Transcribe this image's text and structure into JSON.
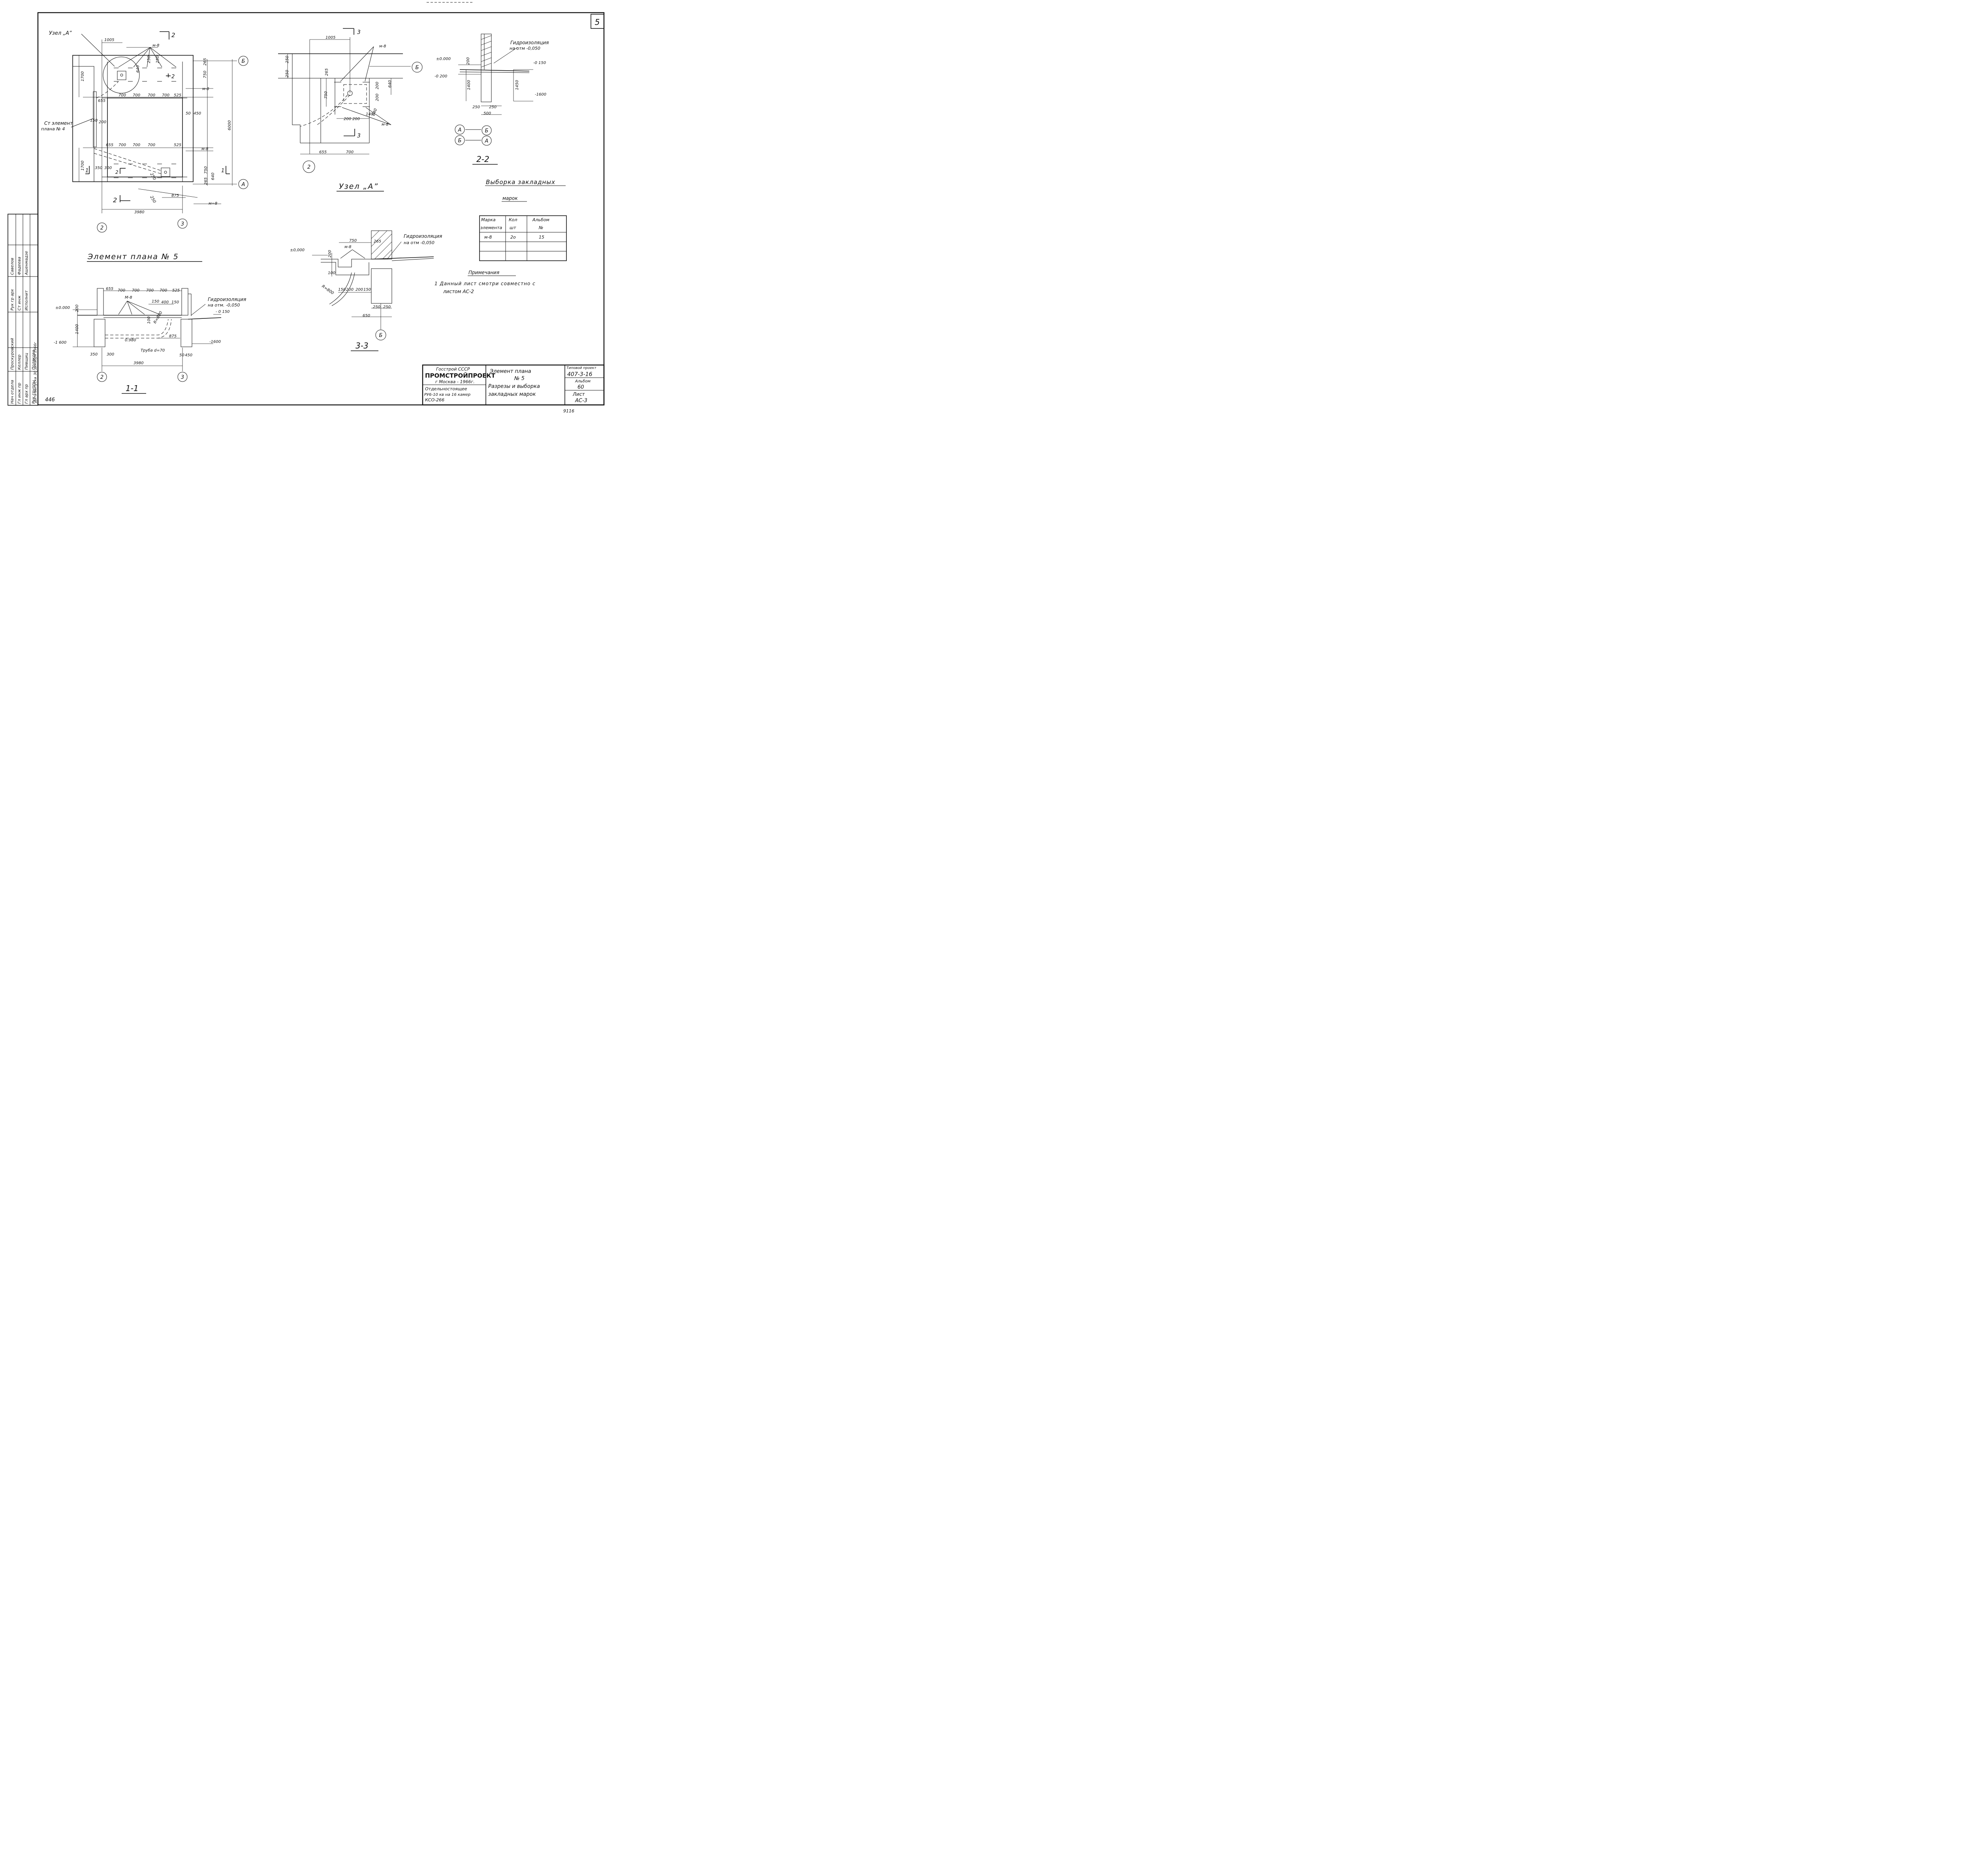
{
  "sheet": {
    "page_number": "5",
    "handwritten_number": "446",
    "corner_stamp": "9116"
  },
  "plan_view": {
    "node_callout": "Узел „А”",
    "section_mark_top": "2",
    "section_mark_2_inner": "2",
    "section_mark_left": "1",
    "section_mark_right": "1",
    "section_mark_bottom": "2",
    "section_mark_bottom_inner": "2",
    "axis_b": "Б",
    "axis_a": "А",
    "axis_2": "2",
    "axis_3": "3",
    "element_label_1": "Ст элемент",
    "element_label_2": "плана № 4",
    "title": "Элемент   плана   № 5",
    "dims": {
      "d1005": "1005",
      "m8_top": "м-8",
      "d250a": "250",
      "d250b": "250",
      "d640": "640",
      "d265": "265",
      "d750": "750",
      "d1700_top": "1700",
      "m8_mid": "м-8",
      "d655_top": "655",
      "d700_1": "700",
      "d700_2": "700",
      "d700_3": "700",
      "d525_top": "525",
      "d150": "150",
      "d200": "200",
      "d50": "50",
      "d450": "450",
      "d6000": "6000",
      "d655_bot": "655",
      "d700_4": "700",
      "d700_5": "700",
      "d700_6": "700",
      "d700_7": "700",
      "d525_bot": "525",
      "m8_bot": "м-8",
      "d1700_bot": "1700",
      "d350": "350",
      "d300": "300",
      "d250c": "250",
      "d750b": "750",
      "d265b": "265",
      "d640b": "640",
      "d250d": "250",
      "d875": "875",
      "m8_eq": "м=8",
      "d3980": "3980"
    }
  },
  "node_a": {
    "section_mark_top": "3",
    "section_mark_bottom": "3",
    "d1005": "1005",
    "m8_top": "м-8",
    "d250a": "250",
    "d250b": "250",
    "d265": "265",
    "d640": "640",
    "d750": "750",
    "d200a": "200",
    "d200b": "200",
    "d200c": "200",
    "d200d": "200",
    "d140": "140",
    "d640b": "640",
    "m8_bot": "м-8",
    "d655": "655",
    "d700": "700",
    "axis_b": "Б",
    "axis_2": "2",
    "title": "Узел „А”"
  },
  "section_2_2": {
    "waterproofing_1": "Гидроизоляция",
    "waterproofing_2": "на отм -0,050",
    "elev_000": "±0.000",
    "elev_m0150": "-0 150",
    "elev_m0200": "-0 200",
    "elev_m1600": "-1600",
    "d200": "200",
    "d1400": "1400",
    "d1450": "1450",
    "d250a": "250",
    "d250b": "250",
    "d500": "500",
    "axis_a1": "А",
    "axis_b1": "Б",
    "axis_b2": "Б",
    "axis_a2": "А",
    "title": "2-2"
  },
  "section_3_3": {
    "d750": "750",
    "m8": "м-8",
    "d265": "265",
    "waterproofing_1": "Гидроизоляция",
    "waterproofing_2": "на отм -0,050",
    "elev_000": "±0,000",
    "d200": "200",
    "d100": "100",
    "r800": "R=800",
    "d150a": "150",
    "d200a": "200",
    "d200b": "200",
    "d150b": "150",
    "d250a": "250",
    "d250b": "250",
    "d650": "650",
    "axis_b": "Б",
    "title": "3-3"
  },
  "section_1_1": {
    "d655": "655",
    "d700a": "700",
    "d700b": "700",
    "d700c": "700",
    "d700d": "700",
    "d525": "525",
    "m8": "М-8",
    "d150a": "150",
    "d400": "400",
    "d150b": "150",
    "waterproofing_1": "Гидроизоляция",
    "waterproofing_2": "на отм. -0,050",
    "elev_000": "±0.000",
    "elev_m0150": "- 0 150",
    "d200": "200",
    "d1400": "1400",
    "elev_m1600_l": "-1 600",
    "elev_m1600_r": "-1600",
    "d100": "100",
    "r800": "R=800",
    "d980": "0.980",
    "d875": "875",
    "pipe": "Труба d=70",
    "d350": "350",
    "d300": "300",
    "d50": "50",
    "d450": "450",
    "d3980": "3980",
    "axis_2": "2",
    "axis_3": "3",
    "title": "1-1"
  },
  "schedule": {
    "title_1": "Выборка  закладных",
    "title_2": "марок",
    "headers": [
      [
        "Марка",
        "элемента"
      ],
      [
        "Кол",
        "шт"
      ],
      [
        "Альбом",
        "№"
      ]
    ],
    "rows": [
      [
        "м-8",
        "2о",
        "15"
      ]
    ]
  },
  "notes": {
    "heading": "Примечания",
    "line_1": "1  Данный  лист   смотри   совместно  с",
    "line_2": "листом  АС-2"
  },
  "signatures": {
    "roles": [
      "Нач отдела",
      "Гл инж пр",
      "Гл арх пр",
      "Рук группы",
      "Дата выпуска"
    ],
    "names": [
      "Проскуровский",
      "Келлер",
      "Пивщиц",
      "Полякова",
      "30 декабря 1966г"
    ],
    "roles_2": [
      "Рук гр арх",
      "Ст инж",
      "Исполнит"
    ],
    "names_2": [
      "Савелов",
      "Фадеева",
      "Ашенмадзе"
    ]
  },
  "title_block": {
    "org_1": "Госстрой СССР",
    "org_2": "ПРОМСТРОЙПРОЕКТ",
    "org_3": "г Москва - 1966г.",
    "object_1": "Отдельностоящее",
    "object_2": "РУ6-10 кв на 16 камер",
    "object_3": "КСО-266",
    "sheet_title_1": "Элемент  плана",
    "sheet_title_2": "№ 5",
    "sheet_title_3": "Разрезы и выборка",
    "sheet_title_4": "закладных  марок",
    "project_label": "Типовой проект",
    "project_value": "407-3-16",
    "album_label": "Альбом",
    "album_value": "60",
    "sheet_label": "Лист",
    "sheet_value": "АС-3"
  }
}
